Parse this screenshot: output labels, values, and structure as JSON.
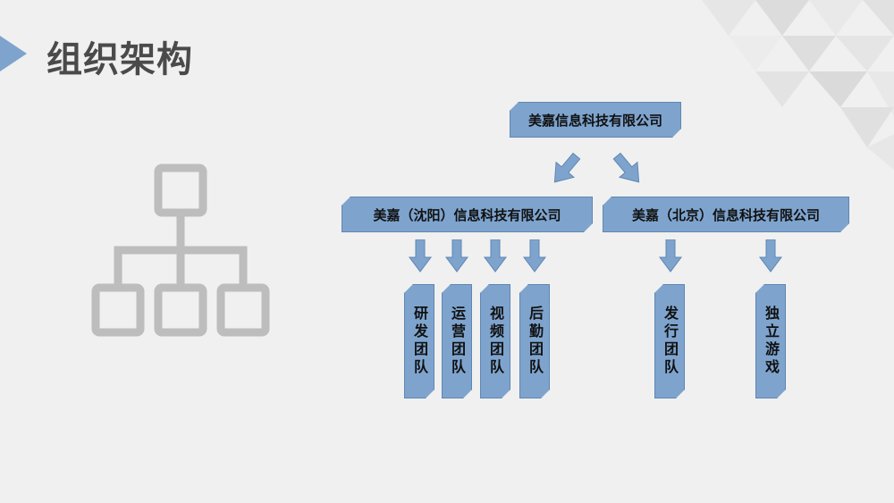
{
  "slide": {
    "title": "组织架构",
    "accent_color": "#7ea4ce",
    "title_color": "#4a4a4a"
  },
  "org": {
    "root": "美嘉信息科技有限公司",
    "branches": [
      {
        "name": "美嘉（沈阳）信息科技有限公司",
        "teams": [
          "研发团队",
          "运营团队",
          "视频团队",
          "后勤团队"
        ]
      },
      {
        "name": "美嘉（北京）信息科技有限公司",
        "teams": [
          "发行团队",
          "独立游戏"
        ]
      }
    ]
  },
  "icons": {
    "title_marker": "triangle-marker-icon",
    "org_chart": "org-chart-icon",
    "arrow": "down-arrow-icon"
  }
}
